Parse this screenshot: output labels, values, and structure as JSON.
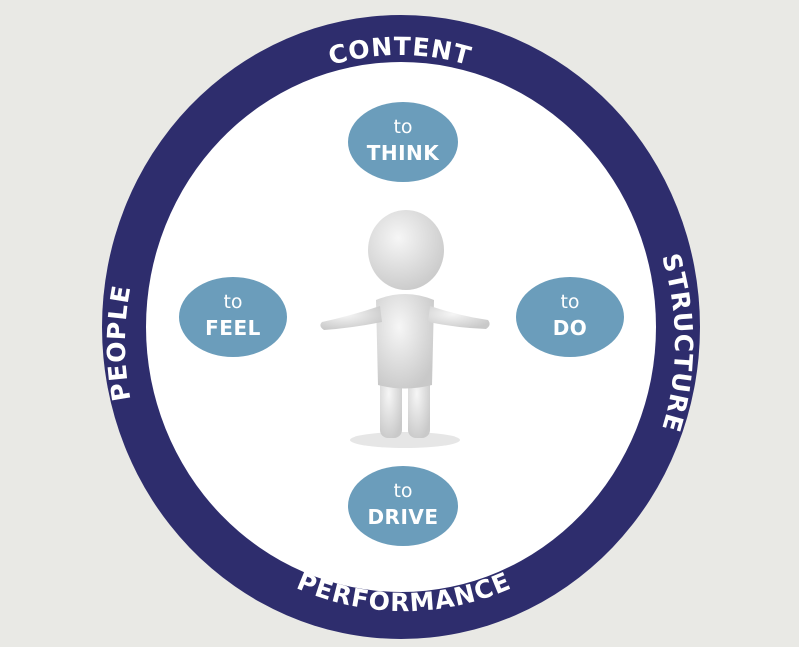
{
  "colors": {
    "background": "#e9e9e5",
    "ring": "#2e2d6d",
    "inner": "#ffffff",
    "bubble": "#6b9dbb",
    "figure": "#d8d8d8"
  },
  "ring_labels": {
    "top": "CONTENT",
    "right": "STRUCTURE",
    "bottom": "PERFORMANCE",
    "left": "PEOPLE"
  },
  "bubbles": {
    "think": {
      "prefix": "to",
      "label": "THINK"
    },
    "do": {
      "prefix": "to",
      "label": "DO"
    },
    "drive": {
      "prefix": "to",
      "label": "DRIVE"
    },
    "feel": {
      "prefix": "to",
      "label": "FEEL"
    }
  }
}
